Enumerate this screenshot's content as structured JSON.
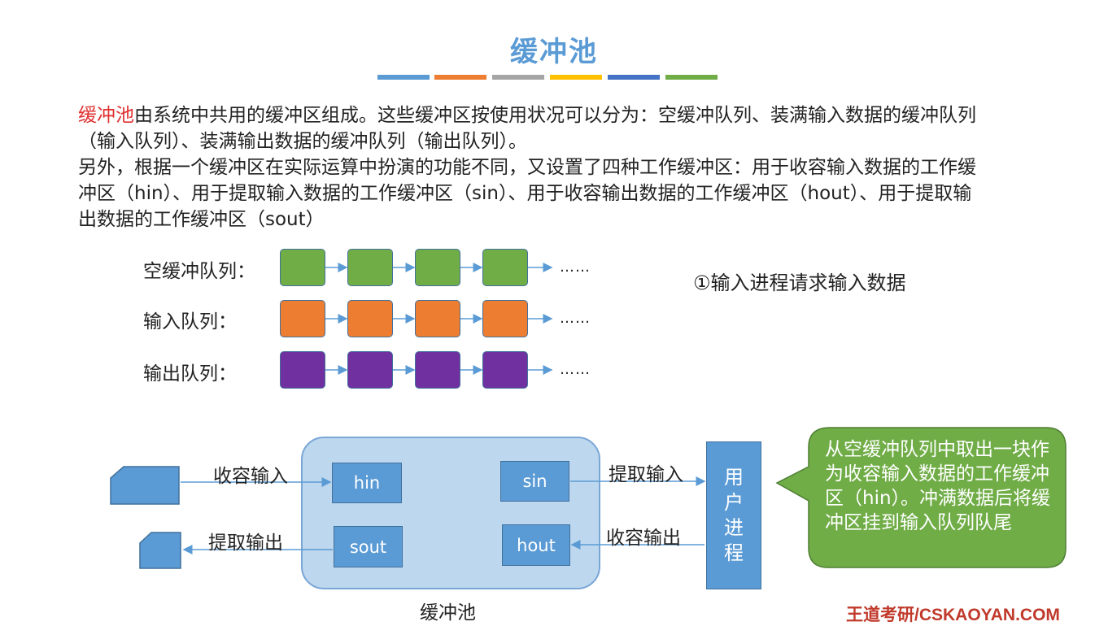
{
  "title": "缓冲池",
  "colors": {
    "title": "#5b9bd5",
    "bars": [
      "#5b9bd5",
      "#ed7d31",
      "#a5a5a5",
      "#ffc000",
      "#4472c4",
      "#70ad47"
    ],
    "empty_queue": "#70ad47",
    "input_queue": "#ed7d31",
    "output_queue": "#7030a0",
    "work_buffer": "#5b9bd5",
    "pool": "#bdd7ee",
    "callout": "#70ad47",
    "highlight": "#e03030"
  },
  "paragraph1": {
    "highlight": "缓冲池",
    "rest": "由系统中共用的缓冲区组成。这些缓冲区按使用状况可以分为：空缓冲队列、装满输入数据的缓冲队列（输入队列）、装满输出数据的缓冲队列（输出队列）。"
  },
  "paragraph2": "另外，根据一个缓冲区在实际运算中扮演的功能不同，又设置了四种工作缓冲区：用于收容输入数据的工作缓冲区（hin）、用于提取输入数据的工作缓冲区（sin）、用于收容输出数据的工作缓冲区（hout）、用于提取输出数据的工作缓冲区（sout）",
  "queues": [
    {
      "label": "空缓冲队列：",
      "dots": "……"
    },
    {
      "label": "输入队列：",
      "dots": "……"
    },
    {
      "label": "输出队列：",
      "dots": "……"
    }
  ],
  "step": "①输入进程请求输入数据",
  "diagram": {
    "hin": "hin",
    "sin": "sin",
    "sout": "sout",
    "hout": "hout",
    "label_collect_input": "收容输入",
    "label_extract_input": "提取输入",
    "label_extract_output": "提取输出",
    "label_collect_output": "收容输出",
    "pool_caption": "缓冲池",
    "user_process": "用户进程"
  },
  "callout": "从空缓冲队列中取出一块作为收容输入数据的工作缓冲区（hin）。冲满数据后将缓冲区挂到输入队列队尾",
  "footer": "王道考研/CSKAOYAN.COM"
}
